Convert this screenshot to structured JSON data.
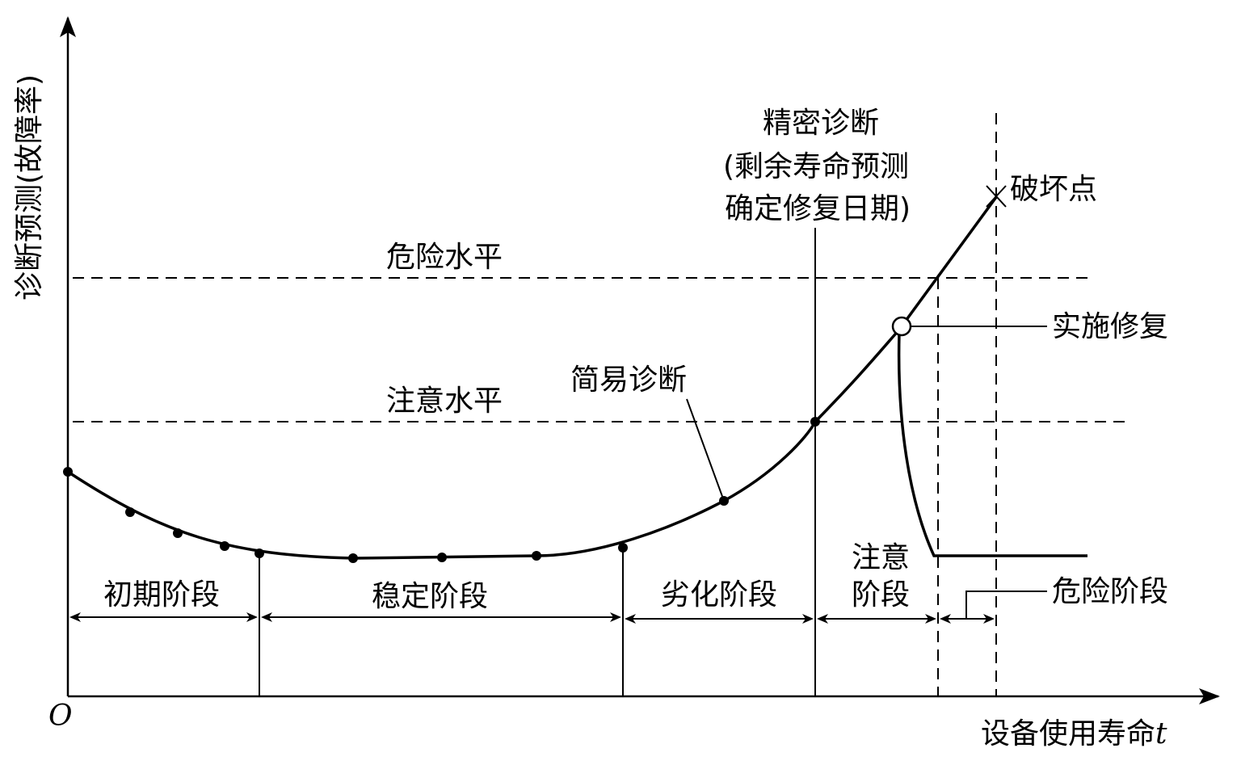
{
  "axes": {
    "y_label": "诊断预测(故障率)",
    "x_label": "设备使用寿命",
    "x_variable": "t",
    "origin": "O"
  },
  "levels": {
    "danger": "危险水平",
    "caution": "注意水平"
  },
  "annotations": {
    "precise_diagnosis": [
      "精密诊断",
      "(剩余寿命预测",
      "确定修复日期)"
    ],
    "simple_diagnosis": "简易诊断",
    "failure_point": "破坏点",
    "repair": "实施修复",
    "danger_stage": "危险阶段"
  },
  "stages": {
    "initial": "初期阶段",
    "stable": "稳定阶段",
    "degradation": "劣化阶段",
    "caution_line1": "注意",
    "caution_line2": "阶段"
  },
  "icons": {
    "failure_marker": "cross-icon",
    "repair_marker": "circle-icon",
    "measurement_marker": "dot-icon"
  }
}
